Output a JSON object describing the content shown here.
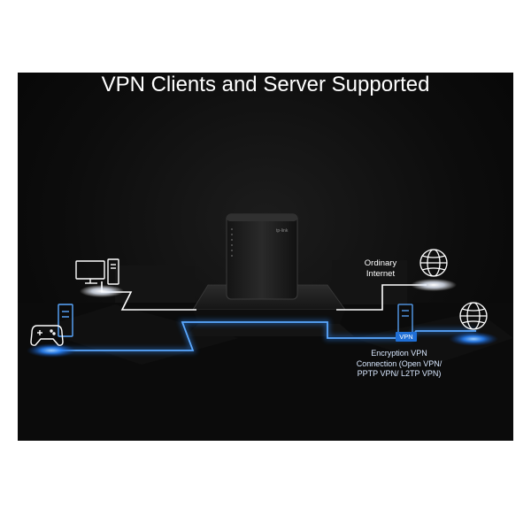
{
  "headline": "VPN Clients and Server Supported",
  "labels": {
    "ordinary_internet": "Ordinary Internet",
    "vpn_tag": "VPN",
    "vpn_description": "Encryption VPN Connection (Open VPN/ PPTP VPN/ L2TP VPN)"
  },
  "device": {
    "logo": "tp-link"
  },
  "icons": [
    "desktop-computer-icon",
    "gamepad-icon",
    "server-icon",
    "globe-icon",
    "vpn-server-icon",
    "router-icon"
  ],
  "colors": {
    "background": "#0a0a0a",
    "ordinary_link": "#ffffff",
    "vpn_link": "#2d8cff",
    "vpn_tag": "#1f6fd6"
  }
}
